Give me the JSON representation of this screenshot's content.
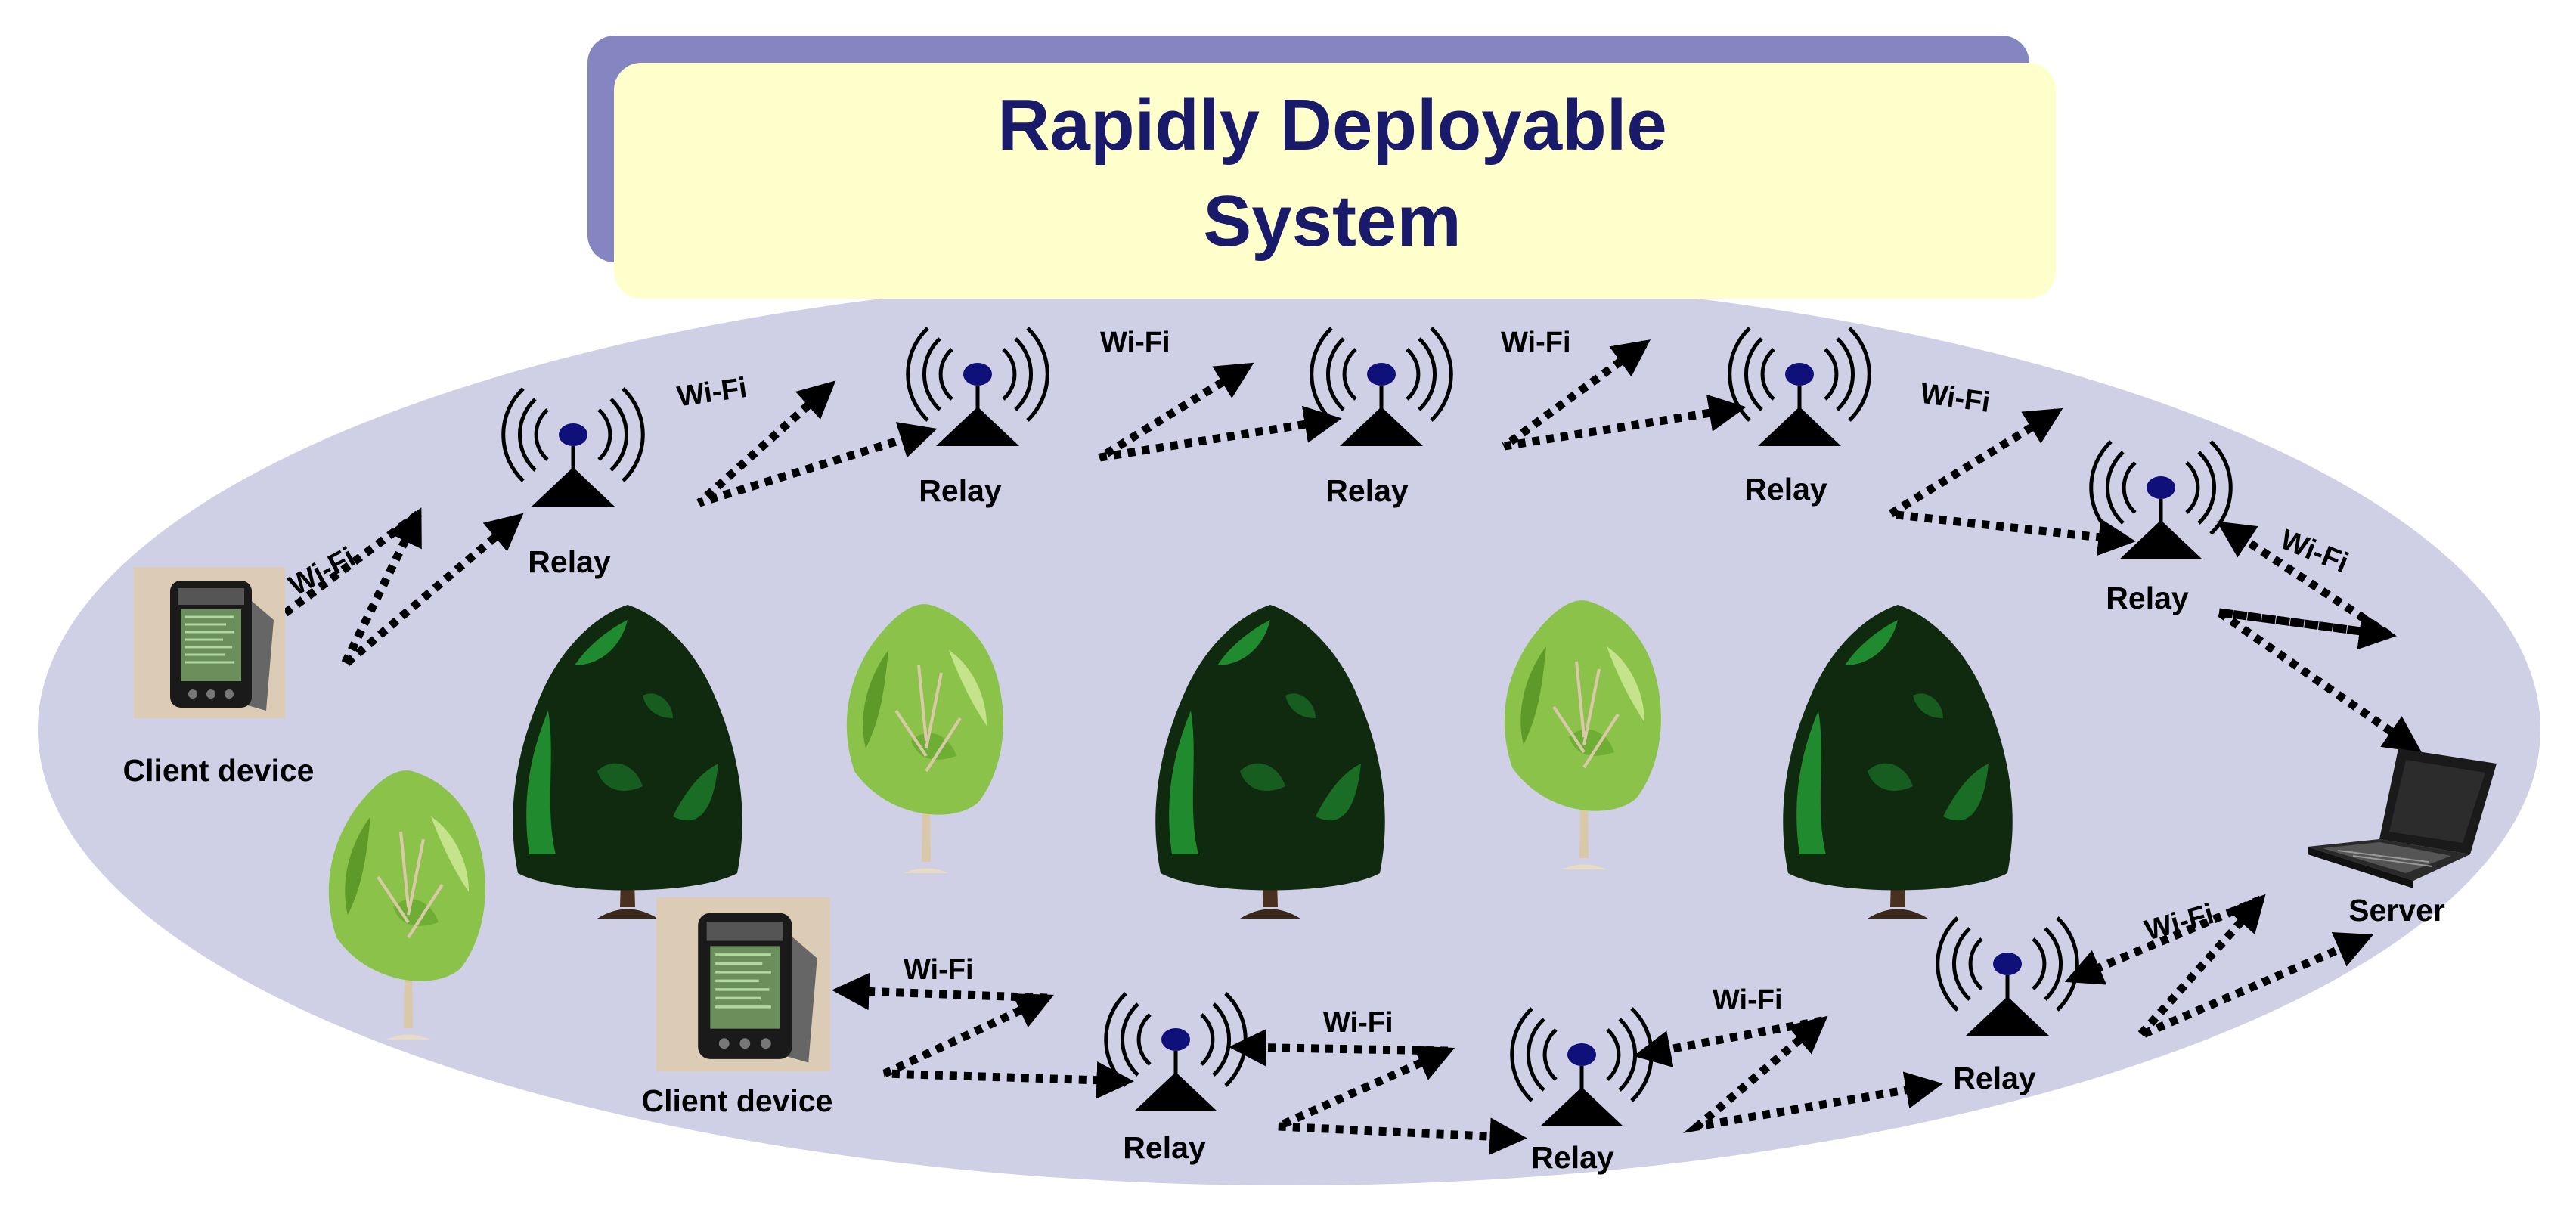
{
  "title": {
    "line1": "Rapidly Deployable",
    "line2": "System"
  },
  "labels": {
    "relay": "Relay",
    "client_device": "Client device",
    "server": "Server",
    "wifi": "Wi-Fi"
  },
  "colors": {
    "field_fill": "#cfcfe6",
    "title_back": "#8585c2",
    "title_front": "#ffffcc",
    "title_text": "#1a1a6b",
    "relay_dot": "#10107a",
    "tower": "#000000",
    "dark_tree": "#0f2a0f",
    "light_tree": "#8bc34a",
    "pda_bg": "#ddccb5"
  },
  "icons": {
    "relay": "radio-tower-icon",
    "client": "pda-icon",
    "server": "laptop-icon",
    "dark_tree": "conifer-tree-icon",
    "light_tree": "deciduous-tree-icon"
  }
}
